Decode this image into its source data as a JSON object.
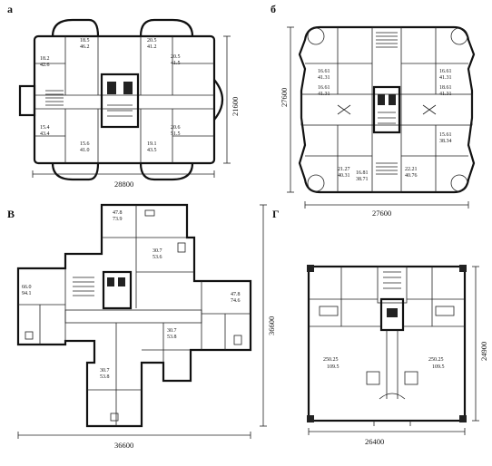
{
  "plans": [
    {
      "id": "a",
      "label": "а",
      "width_dim": "28800",
      "height_dim": "21600",
      "rooms": [
        [
          "18.2",
          "42.6"
        ],
        [
          "18.5",
          "46.2"
        ],
        [
          "20.5",
          "41.2"
        ],
        [
          "15.4",
          "43.4"
        ],
        [
          "15.6",
          "41.0"
        ],
        [
          "20.5",
          "41.5"
        ],
        [
          "19.1",
          "43.5"
        ],
        [
          "20.6",
          "51.5"
        ]
      ]
    },
    {
      "id": "b",
      "label": "б",
      "width_dim": "27600",
      "height_dim": "27600",
      "rooms": [
        [
          "16.61",
          "41.31"
        ],
        [
          "16.61",
          "41.31"
        ],
        [
          "16.61",
          "41.31"
        ],
        [
          "18.61",
          "41.31"
        ],
        [
          "15.61",
          "38.34"
        ],
        [
          "16.81",
          "38.71"
        ],
        [
          "21.27",
          "40.31"
        ],
        [
          "22.21",
          "40.76"
        ]
      ]
    },
    {
      "id": "v",
      "label": "В",
      "width_dim": "36600",
      "height_dim": "36600",
      "rooms": [
        [
          "47.8",
          "73.9"
        ],
        [
          "30.7",
          "53.6"
        ],
        [
          "66.0",
          "94.1"
        ],
        [
          "47.8",
          "74.6"
        ],
        [
          "30.7",
          "53.8"
        ],
        [
          "30.7",
          "53.8"
        ]
      ]
    },
    {
      "id": "g",
      "label": "Г",
      "width_dim": "26400",
      "height_dim": "24900",
      "rooms": [
        [
          "250.25",
          "109.5"
        ],
        [
          "250.25",
          "109.5"
        ]
      ]
    }
  ]
}
